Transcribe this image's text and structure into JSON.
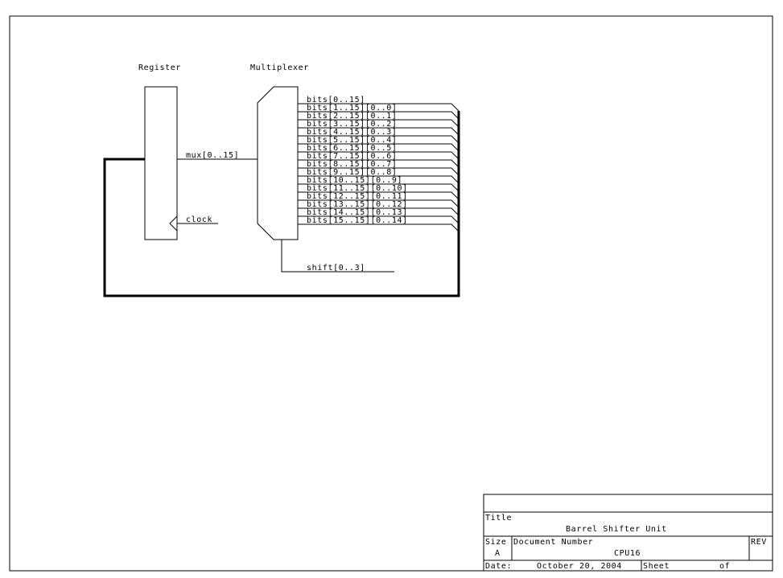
{
  "labels": {
    "register": "Register",
    "multiplexer": "Multiplexer"
  },
  "nets": {
    "mux": "mux[0..15]",
    "clock": "clock",
    "shift": "shift[0..3]",
    "bits": [
      "bits[0..15]",
      "bits[1..15][0..0]",
      "bits[2..15][0..1]",
      "bits[3..15][0..2]",
      "bits[4..15][0..3]",
      "bits[5..15][0..4]",
      "bits[6..15][0..5]",
      "bits[7..15][0..6]",
      "bits[8..15][0..7]",
      "bits[9..15][0..8]",
      "bits[10..15][0..9]",
      "bits[11..15][0..10]",
      "bits[12..15][0..11]",
      "bits[13..15][0..12]",
      "bits[14..15][0..13]",
      "bits[15..15][0..14]"
    ]
  },
  "title_block": {
    "title_label": "Title",
    "title": "Barrel Shifter Unit",
    "size_label": "Size",
    "size": "A",
    "doc_label": "Document Number",
    "doc_number": "CPU16",
    "rev_label": "REV",
    "date_label": "Date:",
    "date": "October 20, 2004",
    "sheet_label": "Sheet",
    "of_label": "of"
  }
}
